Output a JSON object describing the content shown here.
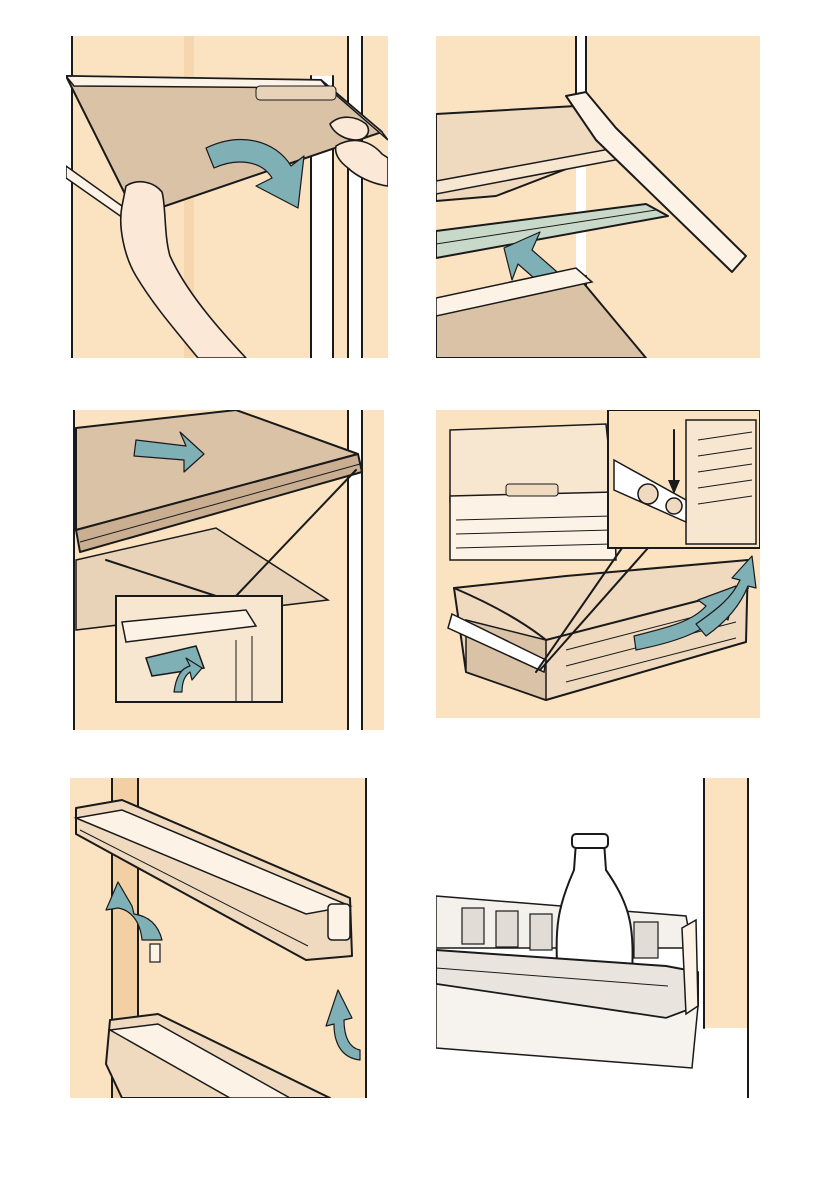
{
  "colors": {
    "cabinet": "#fbe3c2",
    "cabinet_shade": "#f3cfa4",
    "glass": "#d9c2a6",
    "glass_dark": "#c9ae92",
    "frame": "#fdf2e6",
    "arrow": "#7fb0b6",
    "outline": "#1a1a1a"
  },
  "panels": [
    {
      "id": "p1",
      "subject": "lifting-shelf-out"
    },
    {
      "id": "p2",
      "subject": "sliding-glass-shelf-in"
    },
    {
      "id": "p3",
      "subject": "shelf-clip-detail"
    },
    {
      "id": "p4",
      "subject": "removing-vegetable-drawer"
    },
    {
      "id": "p5",
      "subject": "removing-door-shelves"
    },
    {
      "id": "p6",
      "subject": "bottle-in-door-rack"
    }
  ]
}
